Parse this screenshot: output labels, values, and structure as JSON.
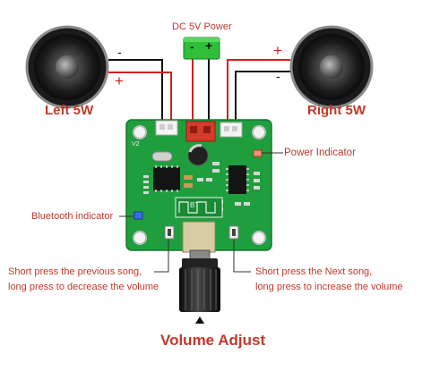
{
  "title": "DC 5V Power",
  "psu_minus": "-",
  "psu_plus": "+",
  "speakers": {
    "left": {
      "label": "Left 5W",
      "minus": "-",
      "plus": "+"
    },
    "right": {
      "label": "Right 5W",
      "minus": "-",
      "plus": "+"
    }
  },
  "board": {
    "version": "V2",
    "ble_text": "BT"
  },
  "callouts": {
    "power_indicator": "Power Indicator",
    "bluetooth_indicator": "Bluetooth indicator",
    "prev_line1": "Short press the previous song,",
    "prev_line2": "long press to decrease the volume",
    "next_line1": "Short press the Next song,",
    "next_line2": "long press to increase the volume",
    "volume": "Volume Adjust"
  },
  "colors": {
    "wire_red": "#d02020",
    "wire_black": "#111111",
    "pcb_green": "#1f9e3e",
    "psu_green": "#2fbf3a",
    "callout_red": "#c0392b"
  }
}
